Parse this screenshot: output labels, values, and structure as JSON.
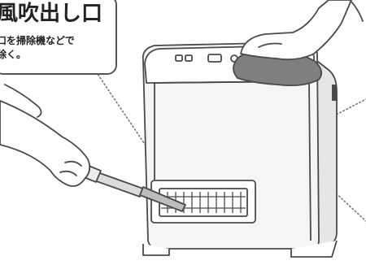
{
  "callout": {
    "title": "風吹出し口",
    "lines": [
      "口を掃除機などで",
      "除く。"
    ]
  },
  "colors": {
    "outline": "#4a4a4a",
    "heater_body": "#f5f5f5",
    "cloth": "#7f7f7f",
    "leader_dots": "#777777"
  }
}
